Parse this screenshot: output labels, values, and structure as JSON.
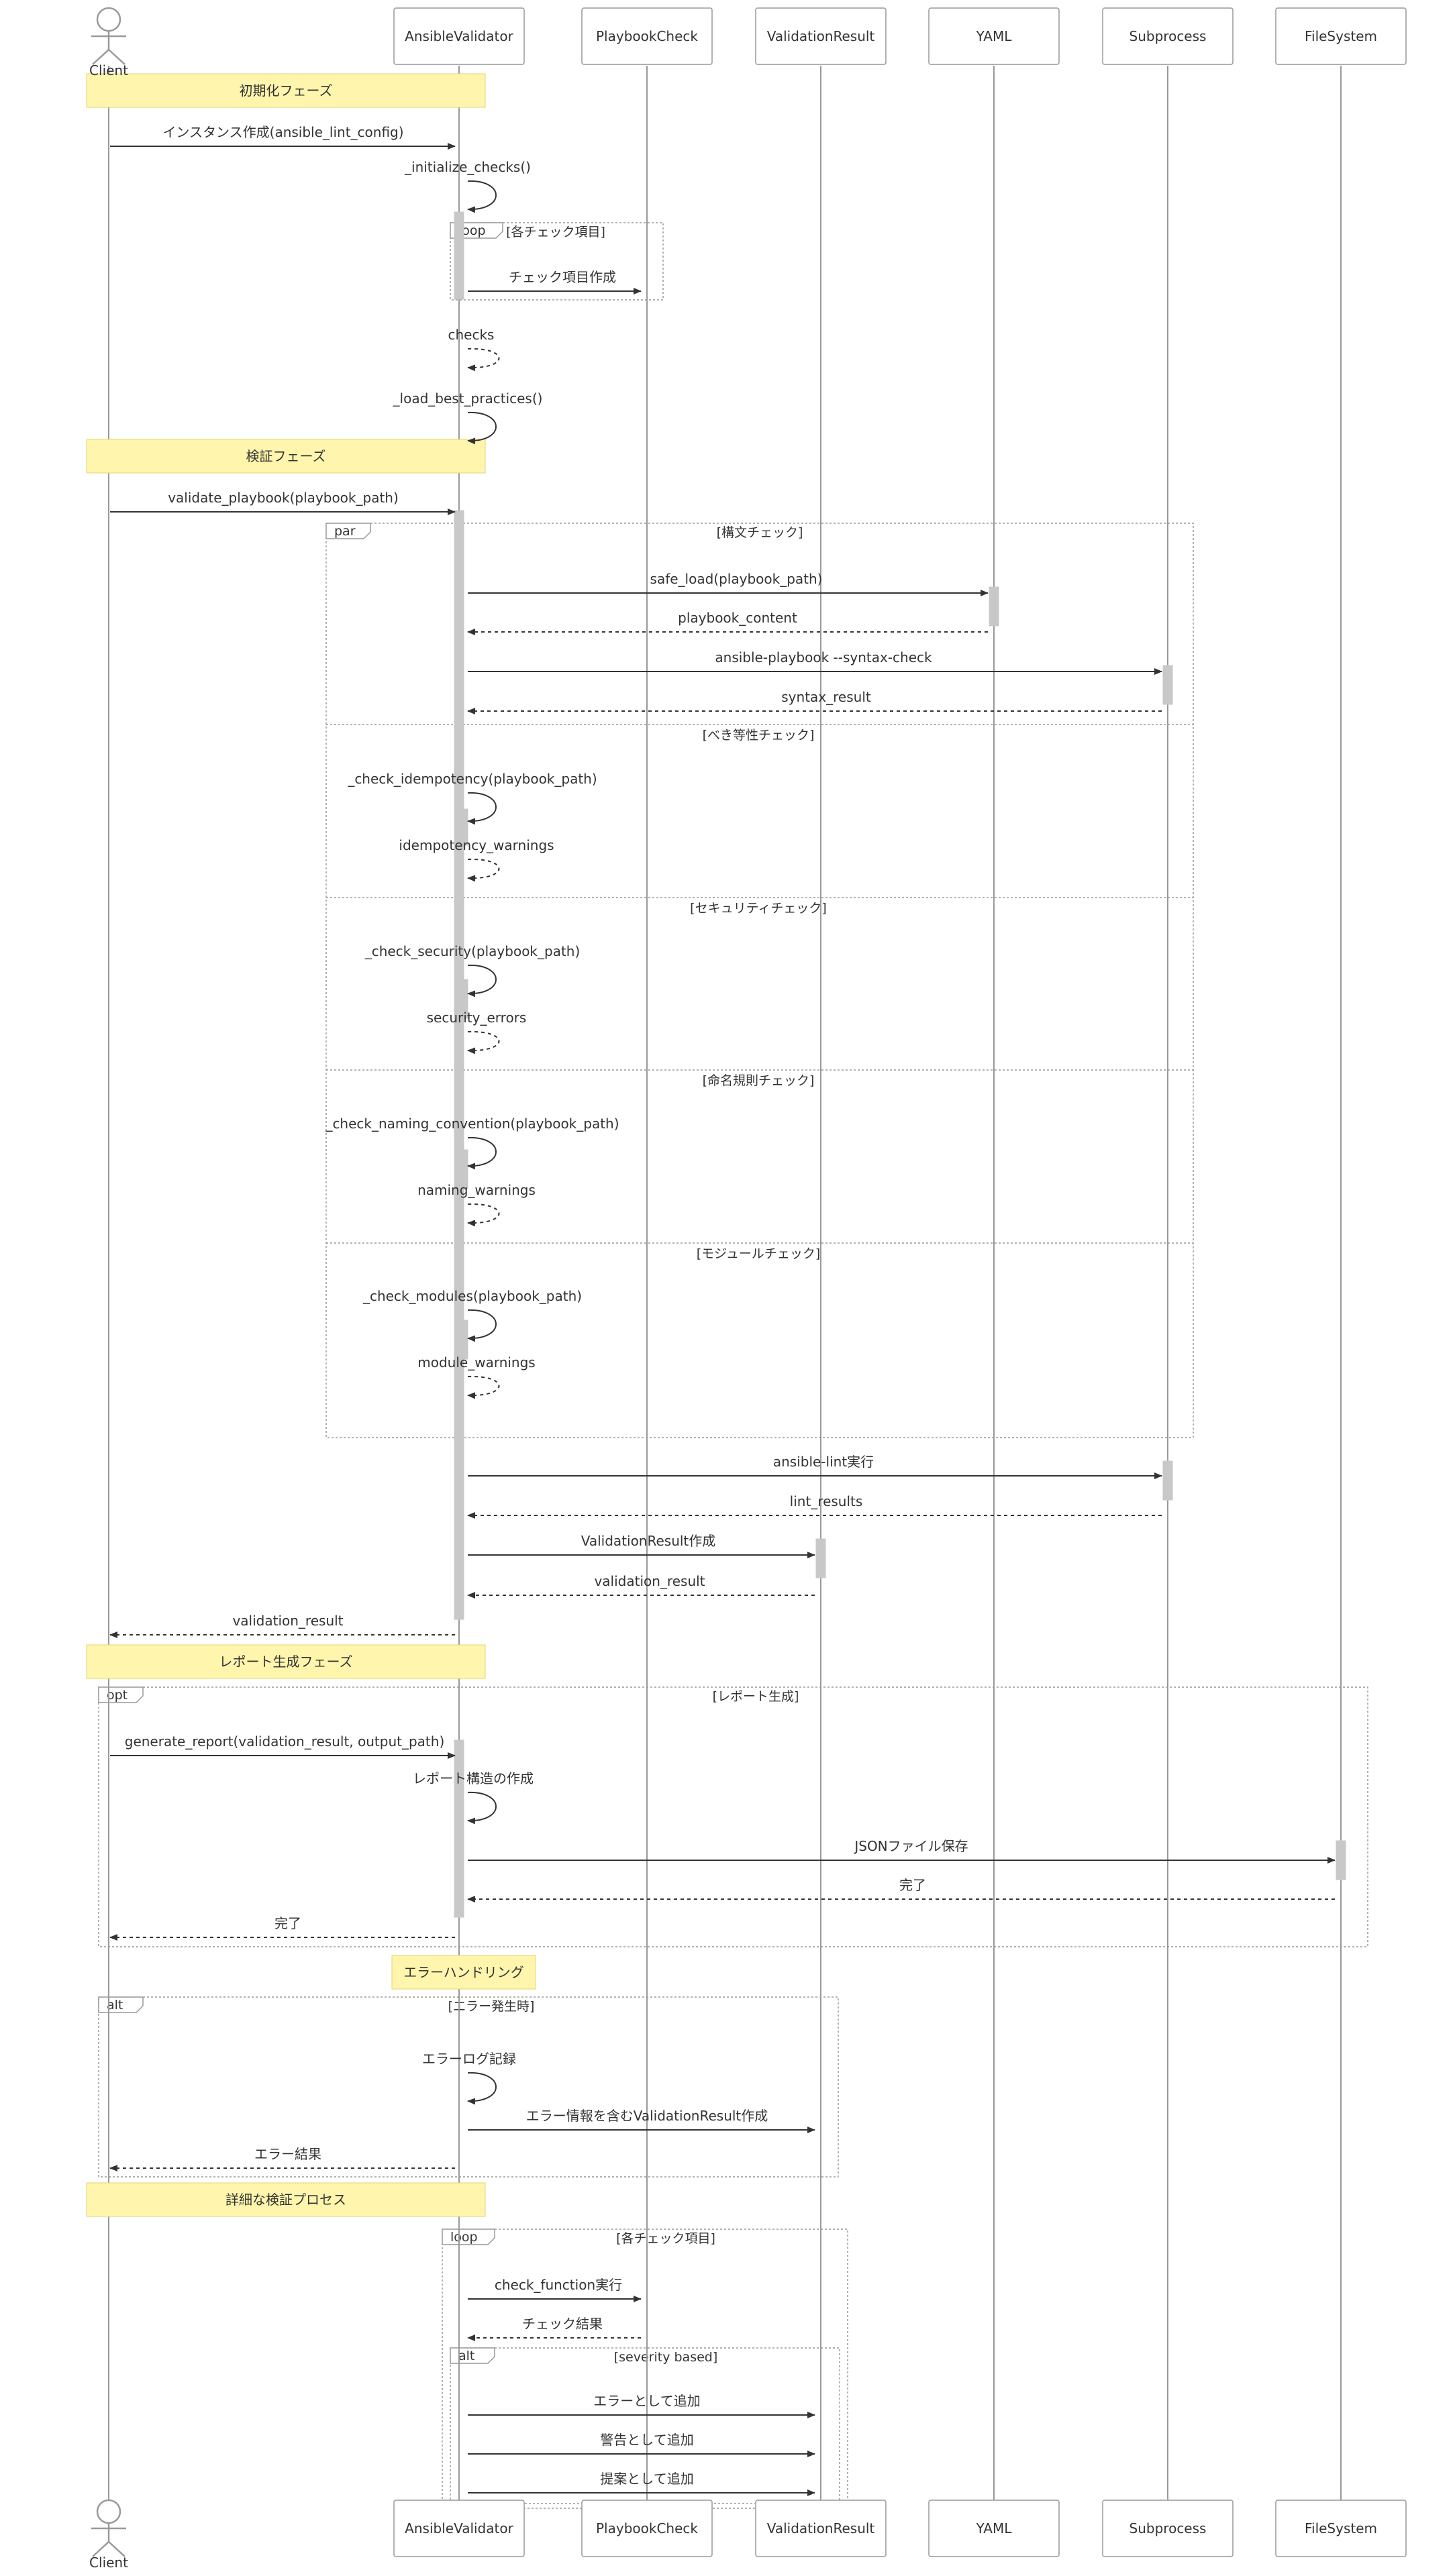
{
  "participants": [
    {
      "id": "client",
      "label": "Client",
      "kind": "actor"
    },
    {
      "id": "av",
      "label": "AnsibleValidator",
      "kind": "box"
    },
    {
      "id": "pc",
      "label": "PlaybookCheck",
      "kind": "box"
    },
    {
      "id": "vr",
      "label": "ValidationResult",
      "kind": "box"
    },
    {
      "id": "yaml",
      "label": "YAML",
      "kind": "box"
    },
    {
      "id": "sub",
      "label": "Subprocess",
      "kind": "box"
    },
    {
      "id": "fs",
      "label": "FileSystem",
      "kind": "box"
    }
  ],
  "notes": [
    {
      "id": "init",
      "text": "初期化フェーズ"
    },
    {
      "id": "validate",
      "text": "検証フェーズ"
    },
    {
      "id": "report",
      "text": "レポート生成フェーズ"
    },
    {
      "id": "error",
      "text": "エラーハンドリング"
    },
    {
      "id": "detail",
      "text": "詳細な検証プロセス"
    }
  ],
  "fragments": [
    {
      "id": "loop1",
      "keyword": "loop",
      "condition": "[各チェック項目]"
    },
    {
      "id": "par",
      "keyword": "par",
      "condition": "[構文チェック]",
      "sections": [
        "[べき等性チェック]",
        "[セキュリティチェック]",
        "[命名規則チェック]",
        "[モジュールチェック]"
      ]
    },
    {
      "id": "opt",
      "keyword": "opt",
      "condition": "[レポート生成]"
    },
    {
      "id": "alt1",
      "keyword": "alt",
      "condition": "[エラー発生時]"
    },
    {
      "id": "loop2",
      "keyword": "loop",
      "condition": "[各チェック項目]"
    },
    {
      "id": "alt2",
      "keyword": "alt",
      "condition": "[severity based]"
    }
  ],
  "messages": [
    {
      "id": "m1",
      "from": "client",
      "to": "av",
      "text": "インスタンス作成(ansible_lint_config)",
      "style": "solid"
    },
    {
      "id": "m2",
      "from": "av",
      "to": "av",
      "text": "_initialize_checks()",
      "style": "solid"
    },
    {
      "id": "m3",
      "from": "av",
      "to": "pc",
      "text": "チェック項目作成",
      "style": "solid"
    },
    {
      "id": "m4",
      "from": "av",
      "to": "av",
      "text": "checks",
      "style": "dashed"
    },
    {
      "id": "m5",
      "from": "av",
      "to": "av",
      "text": "_load_best_practices()",
      "style": "solid"
    },
    {
      "id": "m6",
      "from": "client",
      "to": "av",
      "text": "validate_playbook(playbook_path)",
      "style": "solid"
    },
    {
      "id": "m7",
      "from": "av",
      "to": "yaml",
      "text": "safe_load(playbook_path)",
      "style": "solid"
    },
    {
      "id": "m8",
      "from": "yaml",
      "to": "av",
      "text": "playbook_content",
      "style": "dashed"
    },
    {
      "id": "m9",
      "from": "av",
      "to": "sub",
      "text": "ansible-playbook --syntax-check",
      "style": "solid"
    },
    {
      "id": "m10",
      "from": "sub",
      "to": "av",
      "text": "syntax_result",
      "style": "dashed"
    },
    {
      "id": "m11",
      "from": "av",
      "to": "av",
      "text": "_check_idempotency(playbook_path)",
      "style": "solid"
    },
    {
      "id": "m12",
      "from": "av",
      "to": "av",
      "text": "idempotency_warnings",
      "style": "dashed"
    },
    {
      "id": "m13",
      "from": "av",
      "to": "av",
      "text": "_check_security(playbook_path)",
      "style": "solid"
    },
    {
      "id": "m14",
      "from": "av",
      "to": "av",
      "text": "security_errors",
      "style": "dashed"
    },
    {
      "id": "m15",
      "from": "av",
      "to": "av",
      "text": "_check_naming_convention(playbook_path)",
      "style": "solid"
    },
    {
      "id": "m16",
      "from": "av",
      "to": "av",
      "text": "naming_warnings",
      "style": "dashed"
    },
    {
      "id": "m17",
      "from": "av",
      "to": "av",
      "text": "_check_modules(playbook_path)",
      "style": "solid"
    },
    {
      "id": "m18",
      "from": "av",
      "to": "av",
      "text": "module_warnings",
      "style": "dashed"
    },
    {
      "id": "m19",
      "from": "av",
      "to": "sub",
      "text": "ansible-lint実行",
      "style": "solid"
    },
    {
      "id": "m20",
      "from": "sub",
      "to": "av",
      "text": "lint_results",
      "style": "dashed"
    },
    {
      "id": "m21",
      "from": "av",
      "to": "vr",
      "text": "ValidationResult作成",
      "style": "solid"
    },
    {
      "id": "m22",
      "from": "vr",
      "to": "av",
      "text": "validation_result",
      "style": "dashed"
    },
    {
      "id": "m23",
      "from": "av",
      "to": "client",
      "text": "validation_result",
      "style": "dashed"
    },
    {
      "id": "m24",
      "from": "client",
      "to": "av",
      "text": "generate_report(validation_result, output_path)",
      "style": "solid"
    },
    {
      "id": "m25",
      "from": "av",
      "to": "av",
      "text": "レポート構造の作成",
      "style": "solid"
    },
    {
      "id": "m26",
      "from": "av",
      "to": "fs",
      "text": "JSONファイル保存",
      "style": "solid"
    },
    {
      "id": "m27",
      "from": "fs",
      "to": "av",
      "text": "完了",
      "style": "dashed"
    },
    {
      "id": "m28",
      "from": "av",
      "to": "client",
      "text": "完了",
      "style": "dashed"
    },
    {
      "id": "m29",
      "from": "av",
      "to": "av",
      "text": "エラーログ記録",
      "style": "solid"
    },
    {
      "id": "m30",
      "from": "av",
      "to": "vr",
      "text": "エラー情報を含むValidationResult作成",
      "style": "solid"
    },
    {
      "id": "m31",
      "from": "av",
      "to": "client",
      "text": "エラー結果",
      "style": "dashed"
    },
    {
      "id": "m32",
      "from": "av",
      "to": "pc",
      "text": "check_function実行",
      "style": "solid"
    },
    {
      "id": "m33",
      "from": "pc",
      "to": "av",
      "text": "チェック結果",
      "style": "dashed"
    },
    {
      "id": "m34",
      "from": "av",
      "to": "vr",
      "text": "エラーとして追加",
      "style": "solid"
    },
    {
      "id": "m35",
      "from": "av",
      "to": "vr",
      "text": "警告として追加",
      "style": "solid"
    },
    {
      "id": "m36",
      "from": "av",
      "to": "vr",
      "text": "提案として追加",
      "style": "solid"
    }
  ]
}
